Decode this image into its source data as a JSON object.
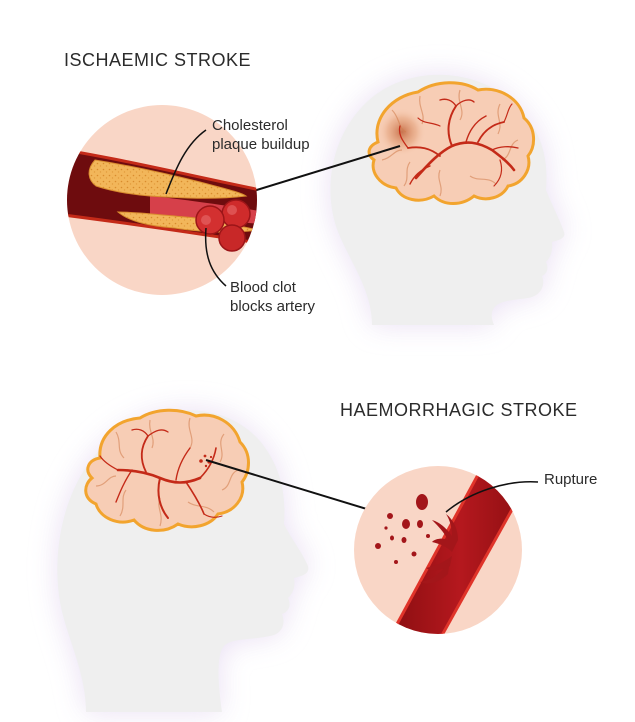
{
  "ischaemic": {
    "title": "ISCHAEMIC STROKE",
    "label_plaque_line1": "Cholesterol",
    "label_plaque_line2": "plaque buildup",
    "label_clot_line1": "Blood clot",
    "label_clot_line2": "blocks artery"
  },
  "haemorrhagic": {
    "title": "HAEMORRHAGIC STROKE",
    "label_rupture": "Rupture"
  },
  "colors": {
    "head": "#efefef",
    "head_glow": "#e7dcf2",
    "brain_fill": "#f7cdb5",
    "brain_outline": "#f2a42e",
    "vessel": "#c42a18",
    "circle_bg": "#f9d6c6",
    "artery_dark": "#6e0c0e",
    "artery_red": "#b5181e",
    "plaque": "#f2b65a",
    "clot": "#cf2b2b"
  },
  "icons": [
    "head-silhouette",
    "brain",
    "artery-cross-section",
    "blood-clot",
    "ruptured-vessel"
  ]
}
